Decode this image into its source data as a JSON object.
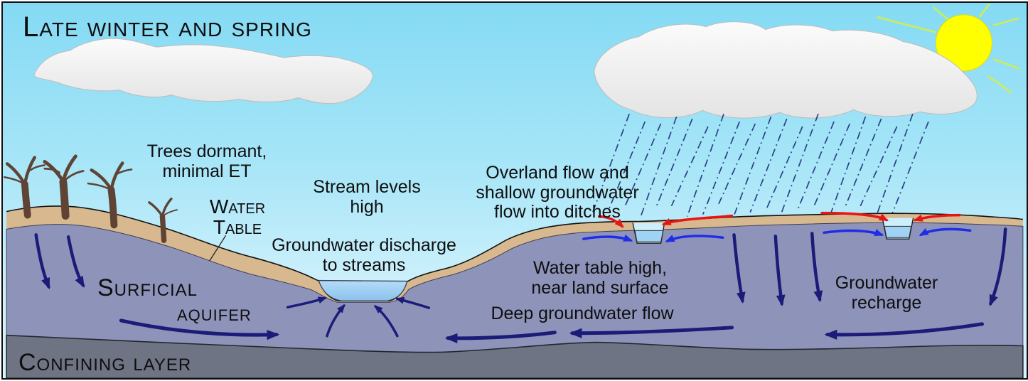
{
  "title": "Late winter and spring",
  "annotations": {
    "trees_dormant": "Trees dormant,\nminimal ET",
    "water_table": "Water\nTable",
    "stream_levels": "Stream levels\nhigh",
    "groundwater_discharge": "Groundwater discharge\nto streams",
    "overland_flow": "Overland flow and\nshallow groundwater\nflow into ditches",
    "water_table_high": "Water table high,\nnear land surface",
    "deep_groundwater_flow": "Deep groundwater flow",
    "groundwater_recharge": "Groundwater\nrecharge",
    "surficial": "Surficial",
    "aquifer": "aquifer",
    "confining_layer": "Confining layer"
  },
  "legend_semantics": {
    "red_arrows": "overland flow into ditches",
    "bright_blue_arrows": "shallow groundwater flow into ditches",
    "dark_navy_arrows": "groundwater recharge and deep groundwater flow",
    "dashed_blue_lines": "rain",
    "sun_icon": "sun",
    "cloud_icon": "cloud",
    "tree_icon": "dormant tree"
  },
  "colors": {
    "sky_top": "#84daf4",
    "sky_bottom": "#d8f4fc",
    "cloud": "#f2f2f2",
    "sun": "#ffff00",
    "sun_rays": "#ccee55",
    "soil": "#d8b88e",
    "surficial_aquifer": "#8e93ba",
    "confining_layer": "#6f7484",
    "stream_water": "#a5d2f3",
    "rain": "#2a3f85",
    "arrow_deep_flow": "#1b1b78",
    "arrow_overland": "#e81515",
    "arrow_shallow": "#1f2de8",
    "tree": "#5f4436"
  }
}
